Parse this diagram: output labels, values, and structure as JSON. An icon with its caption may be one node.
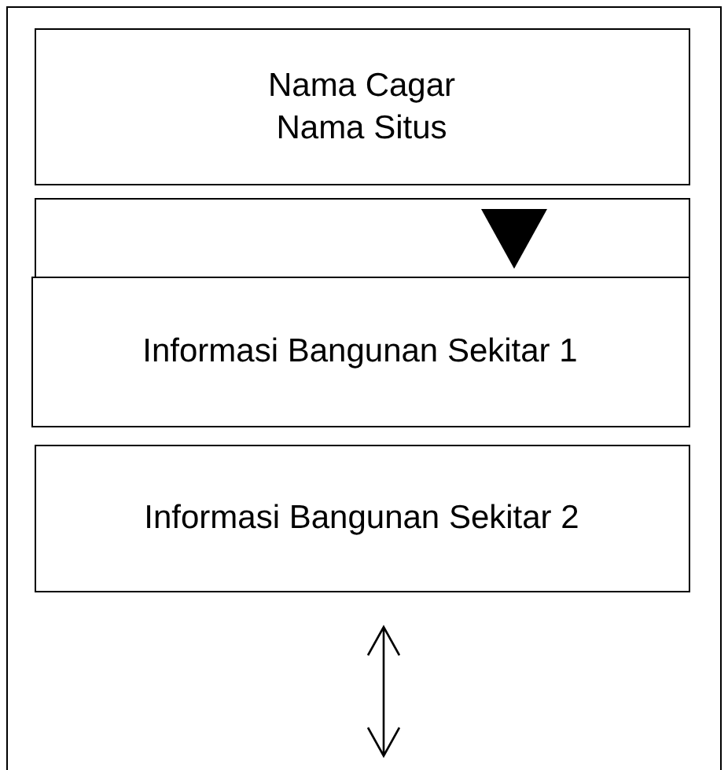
{
  "diagram": {
    "nodes": [
      {
        "text": [],
        "shape": "box"
      },
      {
        "text": [
          "Nama Cagar",
          "Nama Situs"
        ],
        "in": 0
      },
      {
        "text": [],
        "shape": "box",
        "in": 0
      },
      {
        "text": [
          "Informasi Bangunan Sekitar 1"
        ],
        "in": 0
      },
      {
        "text": [
          "Informasi Bangunan Sekitar 2"
        ],
        "in": 0
      }
    ]
  }
}
